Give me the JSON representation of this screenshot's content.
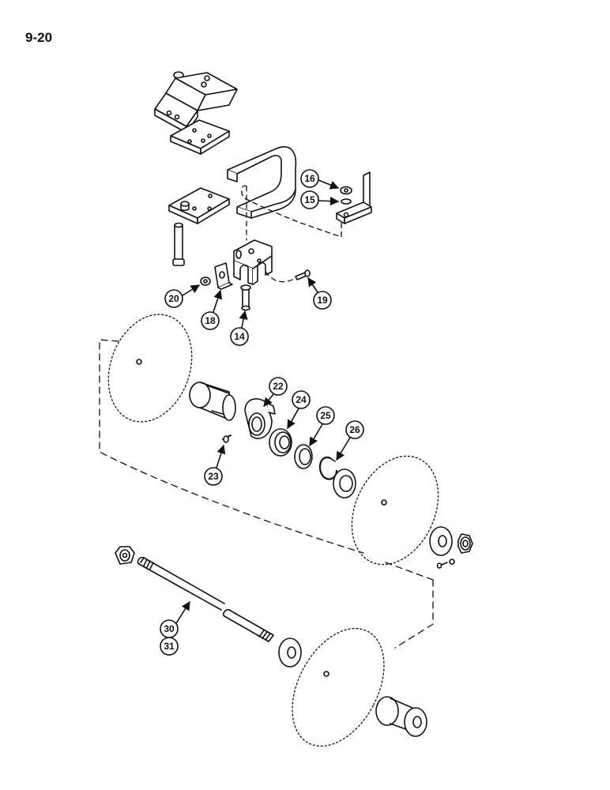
{
  "page": {
    "number": "9-20"
  },
  "callouts": {
    "c14": "14",
    "c15": "15",
    "c16": "16",
    "c18": "18",
    "c19": "19",
    "c20": "20",
    "c22": "22",
    "c23": "23",
    "c24": "24",
    "c25": "25",
    "c26": "26",
    "c30": "30",
    "c31": "31"
  }
}
